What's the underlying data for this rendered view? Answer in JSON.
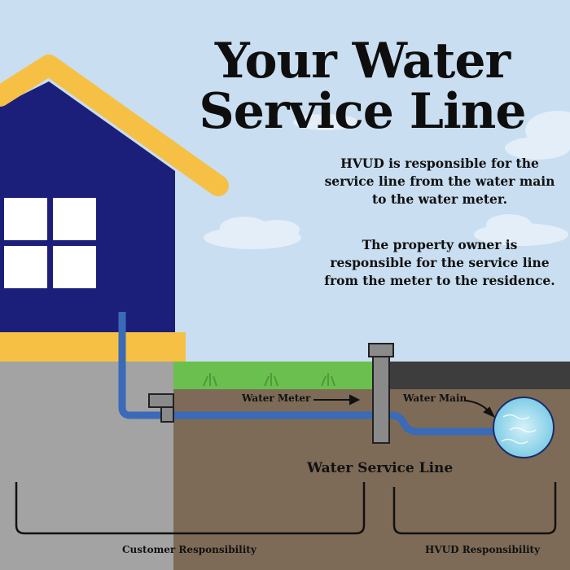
{
  "title": {
    "line1": "Your Water",
    "line2": "Service Line"
  },
  "paragraphs": {
    "hvud": [
      "HVUD is responsible for the",
      "service line from the water main",
      "to the water meter."
    ],
    "owner": [
      "The property owner is",
      "responsible for the service line",
      "from the meter to the residence."
    ]
  },
  "labels": {
    "water_meter": "Water Meter",
    "water_main": "Water Main",
    "service_line": "Water Service Line",
    "customer_responsibility": "Customer Responsibility",
    "hvud_responsibility": "HVUD Responsibility"
  },
  "colors": {
    "sky": "#c9def0",
    "house": "#1c1f7a",
    "roof": "#f5c044",
    "pipe": "#3a6ab8",
    "grass": "#6bbf4e",
    "soil": "#7d6b57",
    "concrete": "#a3a3a3",
    "asphalt": "#3d3d3d"
  }
}
